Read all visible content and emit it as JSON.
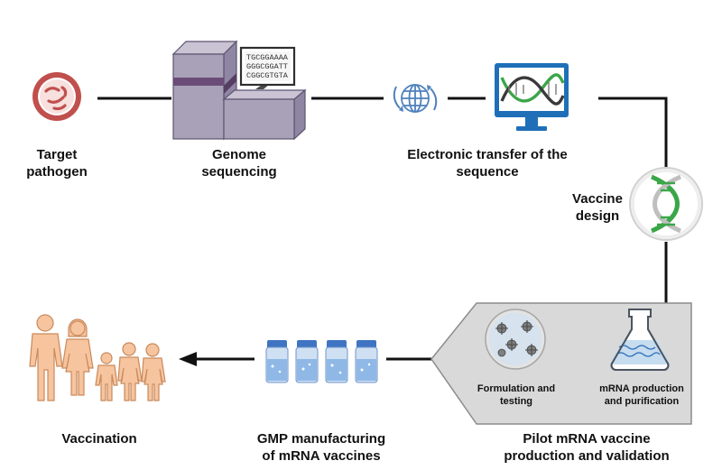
{
  "colors": {
    "connector": "#111111",
    "pathogen": "#c0504d",
    "sequencer": "#a9a1b8",
    "sequencer_band": "#6b4c78",
    "globe": "#4f81bd",
    "monitor": "#1f6fb8",
    "helix_green": "#3aa648",
    "helix_gray": "#bfbfbf",
    "panel": "#d9d9d9",
    "flask": "#c6dcef",
    "vial": "#8fb8e6",
    "vial_cap": "#3f74c2",
    "people": "#f6c49e"
  },
  "steps": {
    "target_pathogen": {
      "line1": "Target",
      "line2": "pathogen",
      "icon": "pathogen-icon"
    },
    "genome_sequencing": {
      "line1": "Genome",
      "line2": "sequencing",
      "icon": "sequencer-icon",
      "screen_lines": [
        "TGCGGAAAA",
        "GGGCGGATT",
        "CGGCGTGTA"
      ]
    },
    "electronic_transfer": {
      "line1": "Electronic transfer of the",
      "line2": "sequence",
      "icon": "globe-icon"
    },
    "vaccine_design": {
      "line1": "Vaccine",
      "line2": "design",
      "icon": "dna-helix-icon"
    },
    "pilot": {
      "line1": "Pilot mRNA vaccine",
      "line2": "production and validation",
      "formulation": {
        "line1": "Formulation and",
        "line2": "testing"
      },
      "mrna_production": {
        "line1": "mRNA production",
        "line2": "and purification"
      }
    },
    "gmp_manufacturing": {
      "line1": "GMP manufacturing",
      "line2": "of mRNA vaccines",
      "icon": "vial-icon"
    },
    "vaccination": {
      "line1": "Vaccination",
      "icon": "people-icon"
    }
  }
}
